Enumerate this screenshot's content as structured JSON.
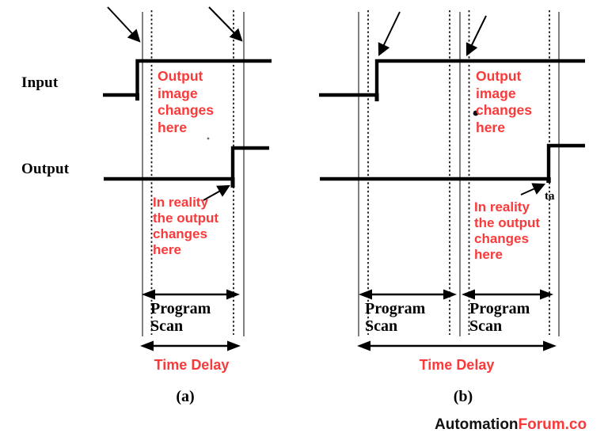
{
  "colors": {
    "annotation_red": "#f93a3a",
    "line_black": "#000000",
    "grid_gray": "#3c3c3c"
  },
  "labels": {
    "input": "Input",
    "output": "Output"
  },
  "diagram_a": {
    "caption": "(a)",
    "annotation_output_image": "Output\nimage\nchanges\nhere",
    "annotation_in_reality": "In reality\nthe output\nchanges\nhere",
    "program_scan": "Program\nScan",
    "time_delay": "Time Delay"
  },
  "diagram_b": {
    "caption": "(b)",
    "annotation_output_image": "Output\nimage\nchanges\nhere",
    "annotation_in_reality": "In reality\nthe output\nchanges\nhere",
    "program_scan_1": "Program\nScan",
    "program_scan_2": "Program\nScan",
    "time_delay": "Time Delay",
    "ta_label": "ta"
  },
  "watermark": {
    "black_part": "Automation",
    "red_part": "Forum.co"
  }
}
